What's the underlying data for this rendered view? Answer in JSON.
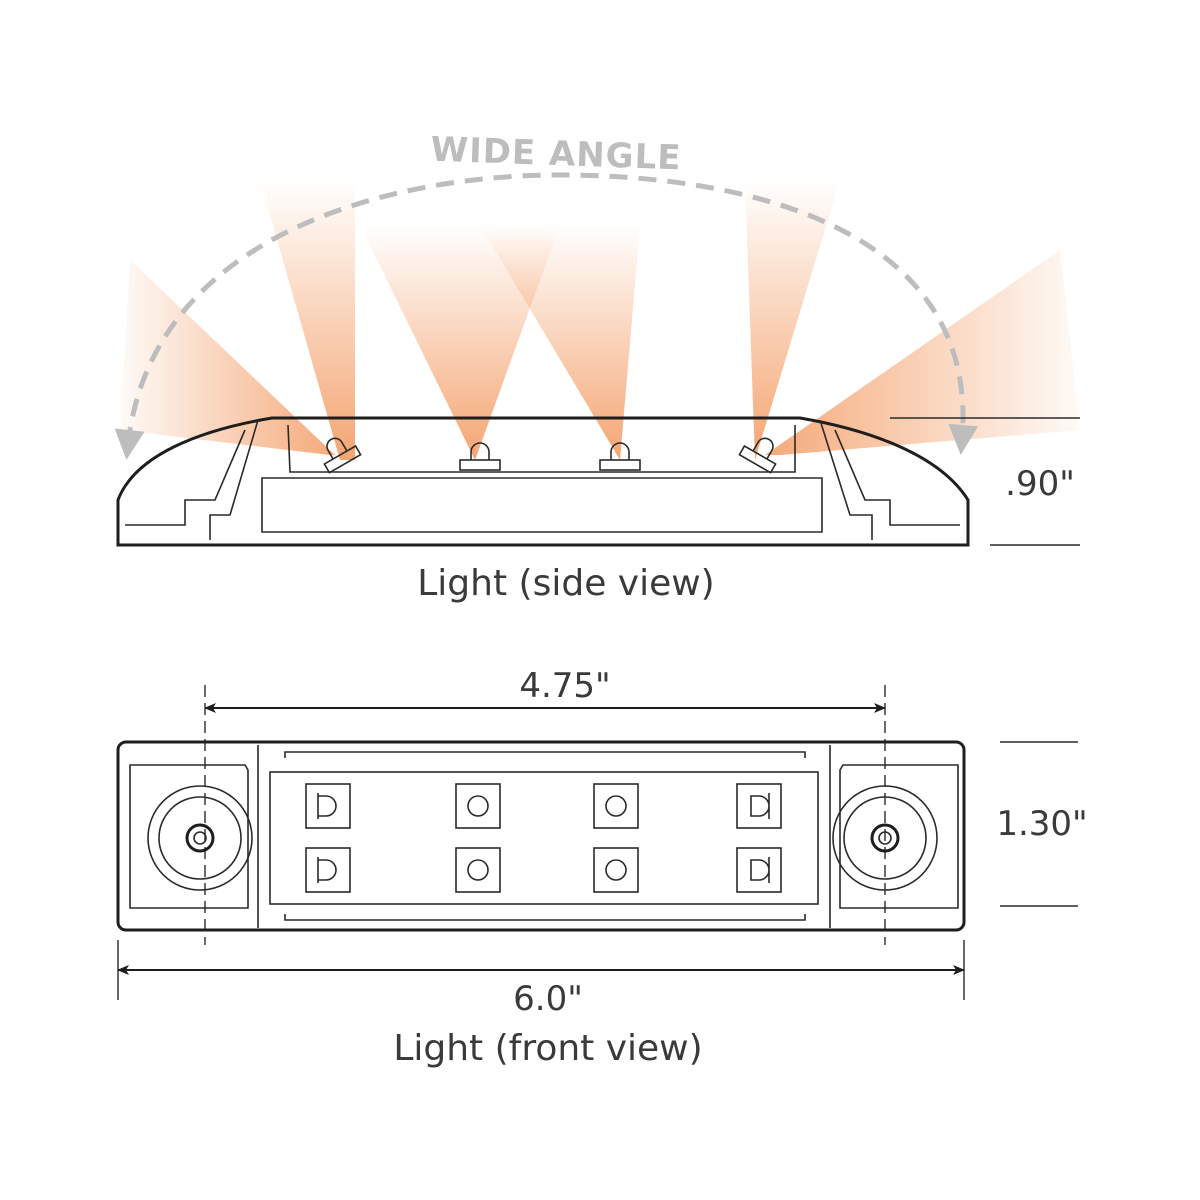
{
  "side_view": {
    "beam_label": "WIDE ANGLE",
    "height_dimension": ".90\"",
    "caption": "Light (side view)"
  },
  "front_view": {
    "mount_spacing_dimension": "4.75\"",
    "height_dimension": "1.30\"",
    "overall_length_dimension": "6.0\"",
    "caption": "Light (front view)",
    "led_rows": 2,
    "led_columns": 4
  },
  "colors": {
    "beam": "#f4a06a",
    "arc": "#bdbdbd",
    "line": "#1e1e1e"
  }
}
